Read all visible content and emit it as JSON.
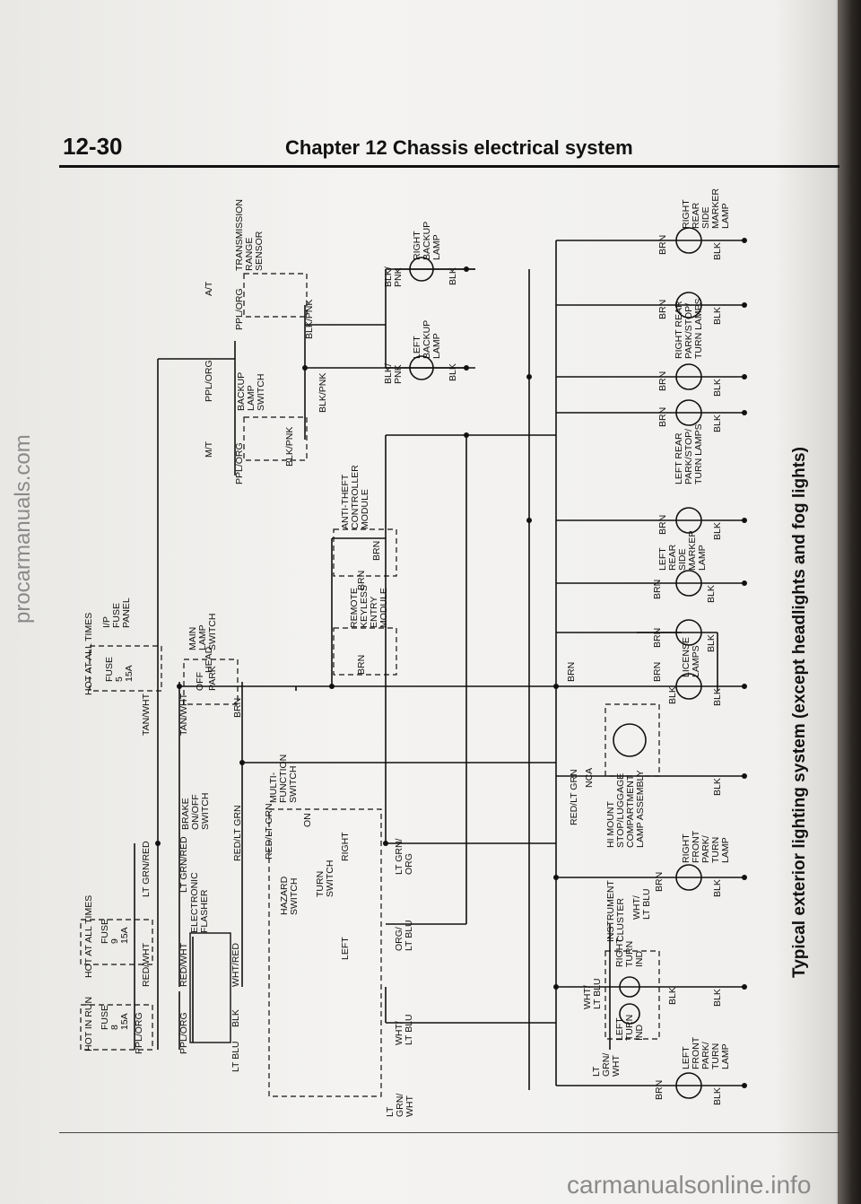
{
  "header": {
    "page_number": "12-30",
    "chapter_title": "Chapter 12  Chassis electrical system"
  },
  "caption": "Typical exterior lighting system (except headlights and fog lights)",
  "watermarks": {
    "left": "procarmanuals.com",
    "bottom": "carmanualsonline.info"
  },
  "labels": {
    "hot_in_run": "HOT IN RUN",
    "hot_at_all_times_1": "HOT AT ALL TIMES",
    "hot_at_all_times_2": "HOT AT ALL TIMES",
    "fuse_a": "FUSE\n8\n15A",
    "fuse_b": "FUSE\n9\n15A",
    "fuse_c": "FUSE\n5\n15A",
    "ip_fuse_panel": "I/P\nFUSE\nPANEL",
    "main_lamp_switch": "MAIN\nLAMP\nSWITCH",
    "off": "OFF",
    "park": "PARK",
    "head": "HEAD",
    "electronic_flasher": "ELECTRONIC\nFLASHER",
    "brake_switch": "BRAKE\nON/OFF\nSWITCH",
    "multi_function_switch": "MULTI-\nFUNCTION\nSWITCH",
    "hazard_switch": "HAZARD\nSWITCH",
    "turn_switch": "TURN\nSWITCH",
    "on": "ON",
    "left": "LEFT",
    "right": "RIGHT",
    "instrument_cluster": "INSTRUMENT\nCLUSTER",
    "left_turn_ind": "LEFT\nTURN\nIND",
    "right_turn_ind": "RIGHT\nTURN\nIND",
    "hi_mount": "HI MOUNT\nSTOP/LUGGAGE\nCOMPARTMENT\nLAMP ASSEMBLY",
    "nca": "NCA",
    "license_lamps": "LICENSE\nLAMPS",
    "remote_keyless": "REMOTE\nKEYLESS\nENTRY\nMODULE",
    "anti_theft": "ANTI-THEFT\nCONTROLLER\nMODULE",
    "backup_switch": "BACKUP\nLAMP\nSWITCH",
    "transmission_sensor": "TRANSMISSION\nRANGE\nSENSOR",
    "mt": "M/T",
    "at": "A/T",
    "left_backup": "LEFT\nBACKUP\nLAMP",
    "right_backup": "RIGHT\nBACKUP\nLAMP",
    "left_front": "LEFT\nFRONT\nPARK/\nTURN\nLAMP",
    "right_front": "RIGHT\nFRONT\nPARK/\nTURN\nLAMP",
    "left_rear_marker": "LEFT\nREAR\nSIDE\nMARKER\nLAMP",
    "left_rear_turn": "LEFT REAR\nPARK/STOP/\nTURN LAMPS",
    "right_rear_turn": "RIGHT REAR\nPARK/STOP/\nTURN LAMPS",
    "right_rear_marker": "RIGHT\nREAR\nSIDE\nMARKER\nLAMP"
  },
  "wires": {
    "ppl_org": "PPL/ORG",
    "red_wht": "RED/WHT",
    "lt_grn_red": "LT GRN/RED",
    "tan_wht": "TAN/WHT",
    "brn": "BRN",
    "red_lt_grn": "RED/LT GRN",
    "wht_red": "WHT/RED",
    "blk": "BLK",
    "lt_blu": "LT BLU",
    "wht_lt_blu": "WHT/\nLT BLU",
    "org_lt_blu": "ORG/\nLT BLU",
    "lt_grn_org": "LT GRN/\nORG",
    "lt_grn_wht": "LT\nGRN/\nWHT",
    "blk_pnk": "BLK/PNK",
    "blk_pnk_short": "BLK/\nPNK"
  }
}
